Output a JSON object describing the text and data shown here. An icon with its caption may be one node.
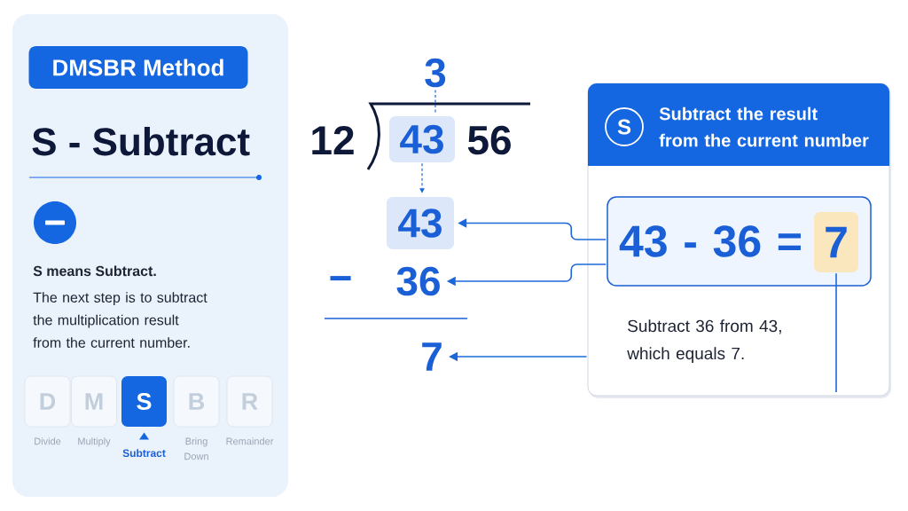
{
  "diagram": {
    "nodes": [
      {
        "text": [
          "S - Subtract",
          "S means Subtract.",
          "The next step is to subtract the multiplication result from the current number."
        ]
      },
      {
        "text": [
          "DMSBR Method"
        ],
        "in": 0
      },
      {
        "text": [
          "D"
        ],
        "in": 0,
        "beside": [
          "Divide"
        ]
      },
      {
        "text": [
          "M"
        ],
        "in": 0,
        "beside": [
          "Multiply"
        ]
      },
      {
        "text": [
          "S"
        ],
        "in": 0,
        "beside": [
          "Subtract"
        ]
      },
      {
        "text": [
          "B"
        ],
        "in": 0,
        "beside": [
          "Bring Down"
        ]
      },
      {
        "text": [
          "R"
        ],
        "in": 0,
        "beside": [
          "Remainder"
        ]
      },
      {
        "text": [
          "3"
        ]
      },
      {
        "text": [
          "43"
        ]
      },
      {
        "text": [
          "43"
        ]
      },
      {
        "text": [
          "36"
        ]
      },
      {
        "text": [
          "7"
        ]
      },
      {
        "text": [
          "Subtract the result from the current number",
          "Subtract 36 from 43, which equals 7."
        ]
      },
      {
        "text": [
          "S"
        ],
        "in": 12
      },
      {
        "text": [
          "43 - 36 ="
        ],
        "in": 12
      },
      {
        "text": [
          "7"
        ],
        "in": 14
      }
    ],
    "edges": [
      {
        "from": 7,
        "to": 8,
        "arrow": "none",
        "style": "dashed"
      },
      {
        "from": 8,
        "to": 9,
        "arrow": "to",
        "style": "dashed"
      },
      {
        "from": 14,
        "to": 9,
        "arrow": "to"
      },
      {
        "from": 14,
        "to": 10,
        "arrow": "to"
      },
      {
        "from": 12,
        "to": 11,
        "arrow": "to"
      },
      {
        "from": 15,
        "to": null,
        "arrow": "none"
      }
    ],
    "labels": [
      "12",
      "56",
      "−"
    ]
  }
}
